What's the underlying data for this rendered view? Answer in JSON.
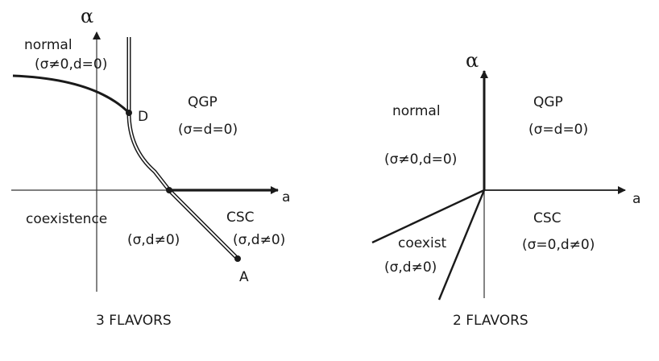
{
  "left_panel": {
    "caption": "3 FLAVORS",
    "y_axis_label": "α",
    "x_axis_label": "a",
    "regions": {
      "normal": "normal",
      "normal_condition": "(σ≠0,d=0)",
      "qgp": "QGP",
      "qgp_condition": "(σ=d=0)",
      "coexistence": "coexistence",
      "coexistence_condition": "(σ,d≠0)",
      "csc": "CSC",
      "csc_condition": "(σ,d≠0)"
    },
    "points": {
      "d": "D",
      "a": "A"
    }
  },
  "right_panel": {
    "caption": "2 FLAVORS",
    "y_axis_label": "α",
    "x_axis_label": "a",
    "regions": {
      "normal": "normal",
      "normal_condition": "(σ≠0,d=0)",
      "qgp": "QGP",
      "qgp_condition": "(σ=d=0)",
      "coexist": "coexist",
      "coexist_condition": "(σ,d≠0)",
      "csc": "CSC",
      "csc_condition": "(σ=0,d≠0)"
    }
  }
}
